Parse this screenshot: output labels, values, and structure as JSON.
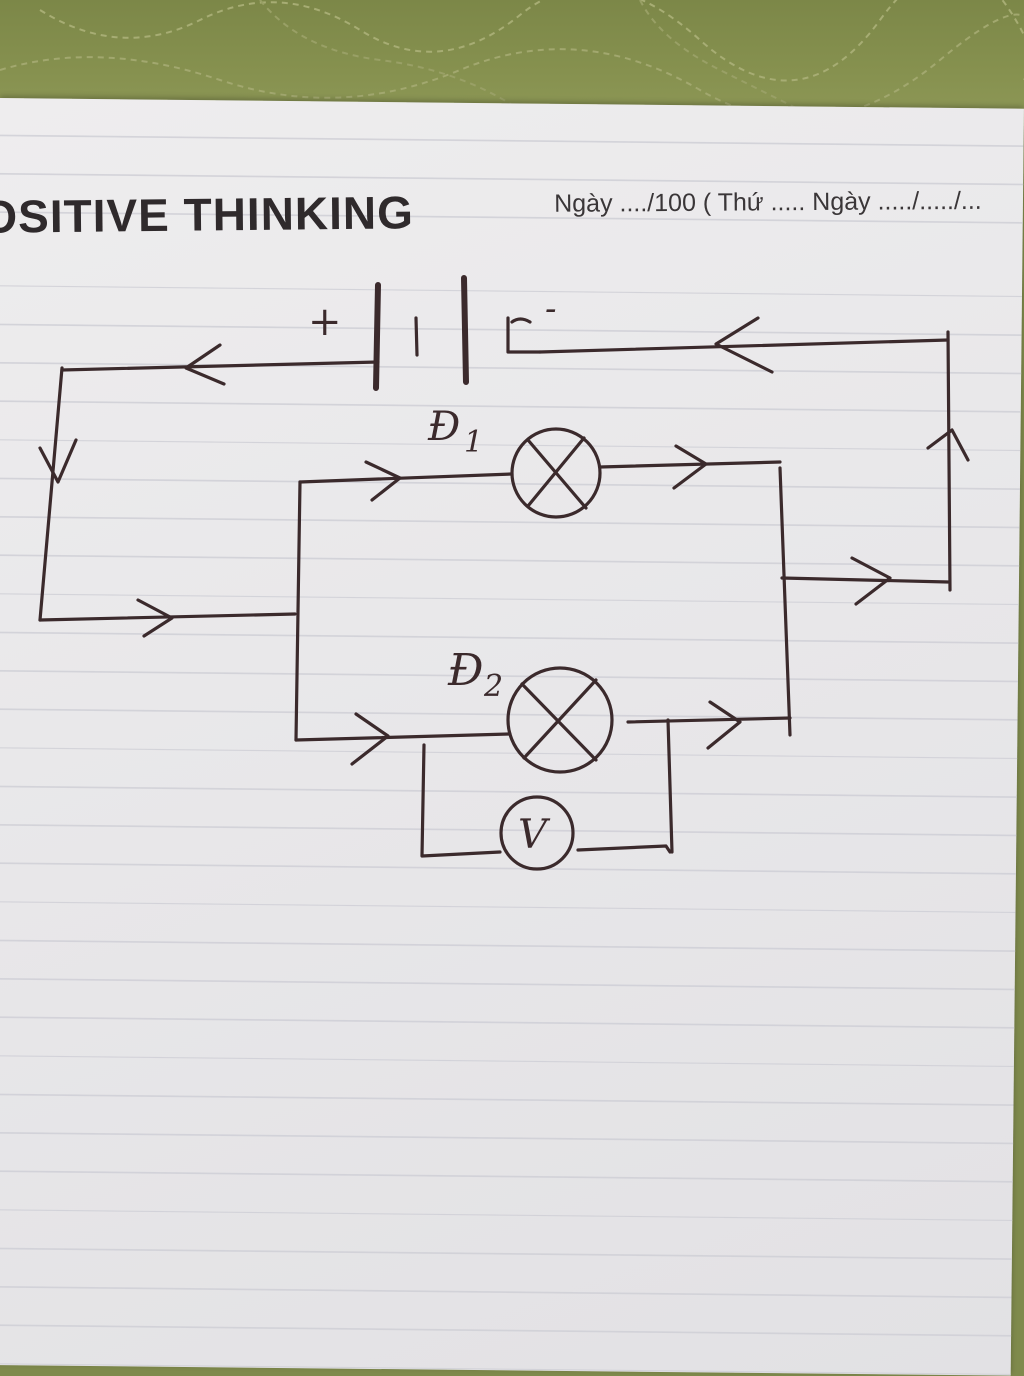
{
  "notebook": {
    "title": "OSITIVE THINKING",
    "date_line": "Ngày ..../100 ( Thứ ..... Ngày ...../...../..."
  },
  "diagram": {
    "battery_plus": "+",
    "battery_minus": "-",
    "lamp_1_label": "Đ",
    "lamp_1_sub": "1",
    "lamp_2_label": "Đ",
    "lamp_2_sub": "2",
    "meter_symbol": "V"
  },
  "colors": {
    "ink": "#3b2a2c",
    "paper": "#ebeaec",
    "fabric": "#7f8a4c"
  }
}
